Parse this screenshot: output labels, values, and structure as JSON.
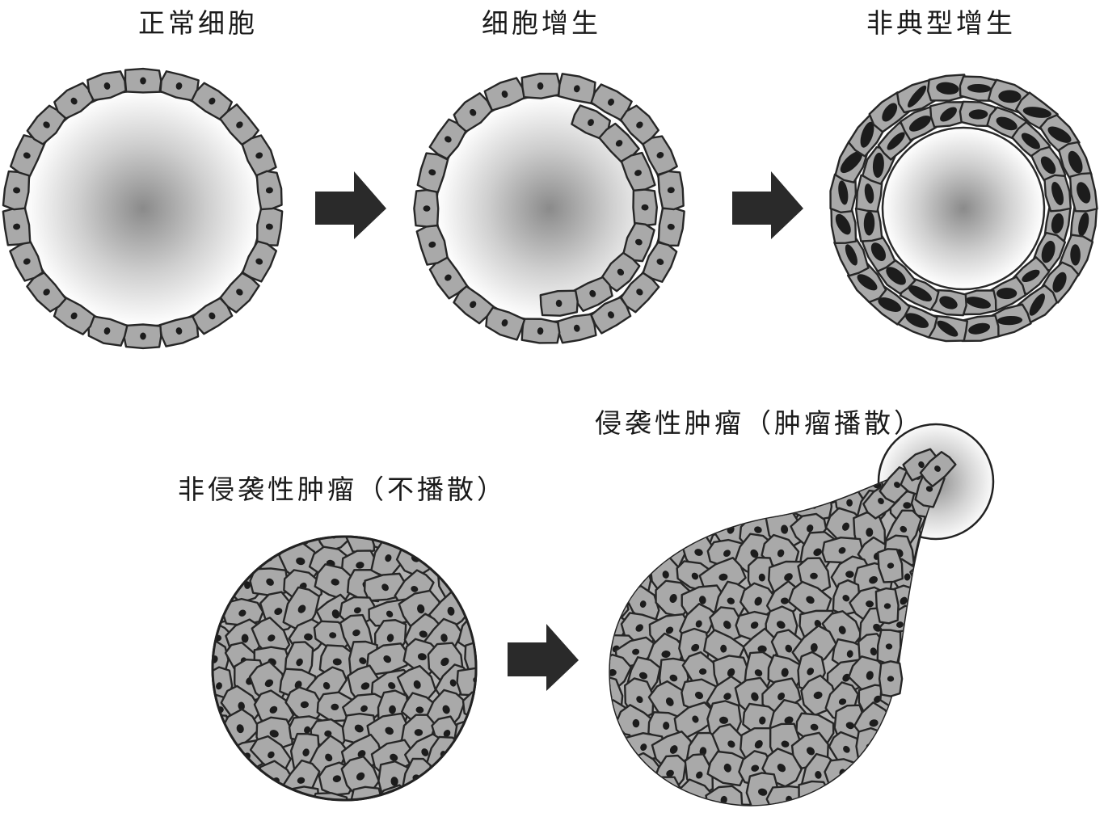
{
  "stages": [
    {
      "id": "normal",
      "label": "正常细胞"
    },
    {
      "id": "hyperplasia",
      "label": "细胞增生"
    },
    {
      "id": "atypical",
      "label": "非典型增生"
    },
    {
      "id": "noninvasive",
      "label": "非侵袭性肿瘤（不播散）"
    },
    {
      "id": "invasive",
      "label": "侵袭性肿瘤（肿瘤播散）"
    }
  ],
  "colors": {
    "cell_fill": "#a9a9a9",
    "cell_stroke": "#262626",
    "nucleus": "#1c1c1c",
    "arrow": "#2a2a2a",
    "lumen_center": "#8a8a8a",
    "lumen_edge": "#ffffff"
  },
  "icons": [
    "right-arrow-icon"
  ]
}
